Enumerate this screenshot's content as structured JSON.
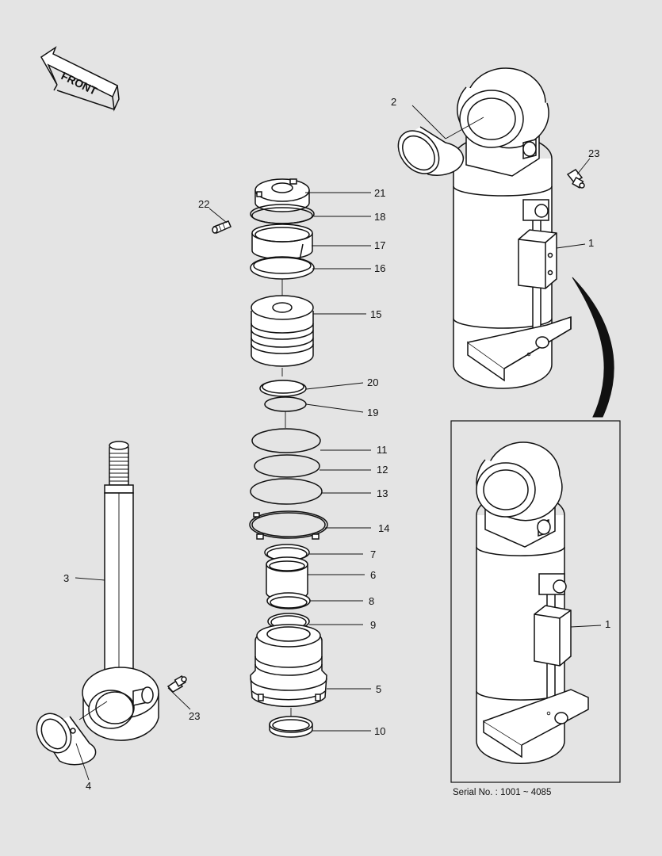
{
  "callouts": {
    "p21": "21",
    "p22": "22",
    "p18": "18",
    "p17": "17",
    "p16": "16",
    "p15": "15",
    "p20": "20",
    "p19": "19",
    "p11": "11",
    "p12": "12",
    "p13": "13",
    "p14": "14",
    "p7": "7",
    "p6": "6",
    "p8": "8",
    "p9": "9",
    "p5": "5",
    "p10": "10",
    "p3": "3",
    "p4": "4",
    "p23a": "23",
    "p23b": "23",
    "p2": "2",
    "p1a": "1",
    "p1b": "1"
  },
  "front_label": "FRONT",
  "serial_label": "Serial No. : 1001 ~ 4085",
  "colors": {
    "background": "#e4e4e4",
    "line": "#111111",
    "fill": "#ffffff"
  }
}
